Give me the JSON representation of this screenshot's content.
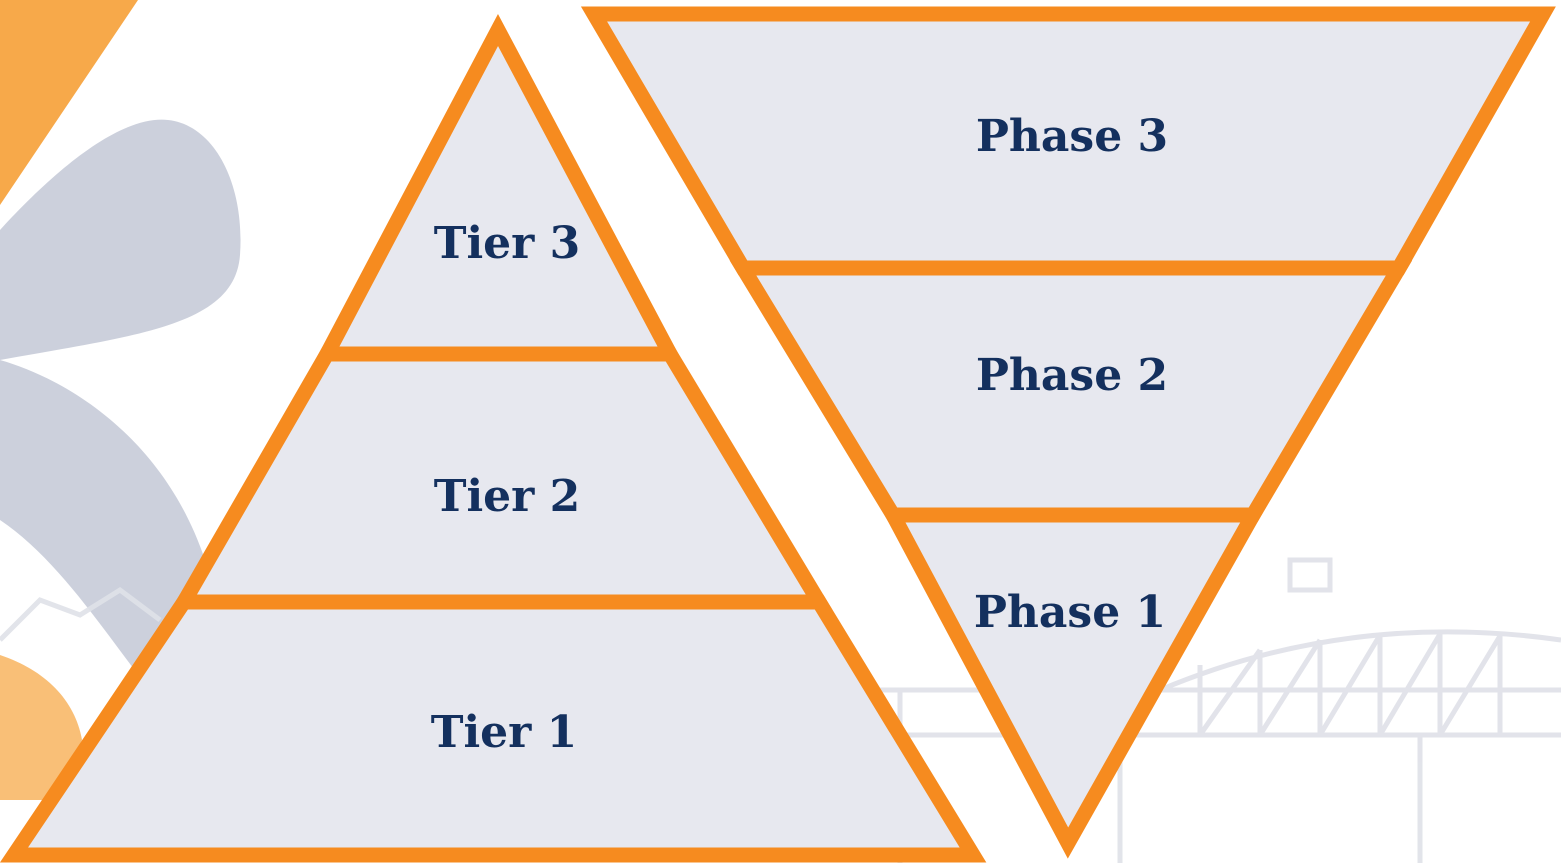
{
  "colors": {
    "outline": "#f68b1f",
    "fill": "#e7e8ef",
    "text": "#14305e",
    "decor_orange": "#f7a94a",
    "decor_slate": "#c3c8d6",
    "background": "#ffffff"
  },
  "pyramid": {
    "tiers": [
      {
        "label": "Tier 3"
      },
      {
        "label": "Tier 2"
      },
      {
        "label": "Tier 1"
      }
    ]
  },
  "funnel": {
    "phases": [
      {
        "label": "Phase 3"
      },
      {
        "label": "Phase 2"
      },
      {
        "label": "Phase 1"
      }
    ]
  }
}
